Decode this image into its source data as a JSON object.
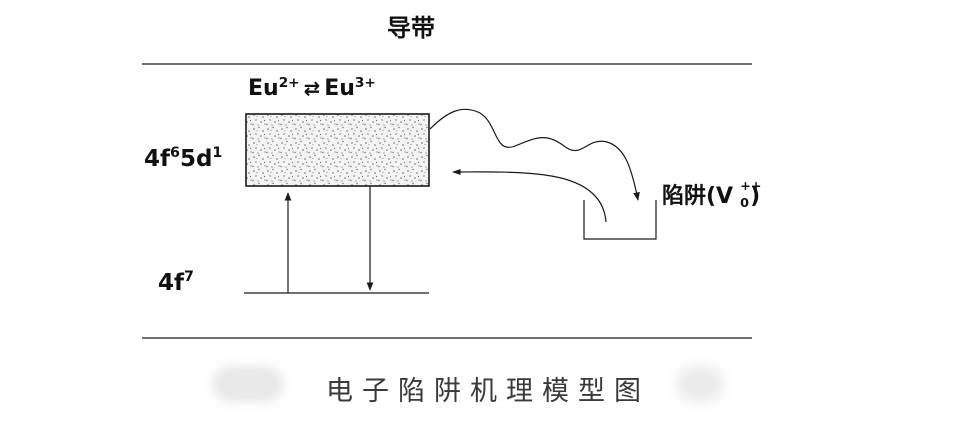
{
  "labels": {
    "conduction_band": "导带",
    "eu_left": "Eu",
    "eu_left_charge": "2+",
    "swap_symbol": "⇄",
    "eu_right": "Eu",
    "eu_right_charge": "3+",
    "excited_main": "4f",
    "excited_sup1": "6",
    "excited_mid": "5d",
    "excited_sup2": "1",
    "ground_main": "4f",
    "ground_sup": "7",
    "trap_text": "陷阱(V",
    "trap_sup": "++",
    "trap_sub": "0",
    "trap_close": ")"
  },
  "caption": "电子陷阱机理模型图",
  "colors": {
    "line": "#1a1a1a",
    "text": "#111111",
    "caption": "#3a3a3a",
    "box_fill": "#f4f4f4",
    "box_dots": "#6b6b6b"
  }
}
